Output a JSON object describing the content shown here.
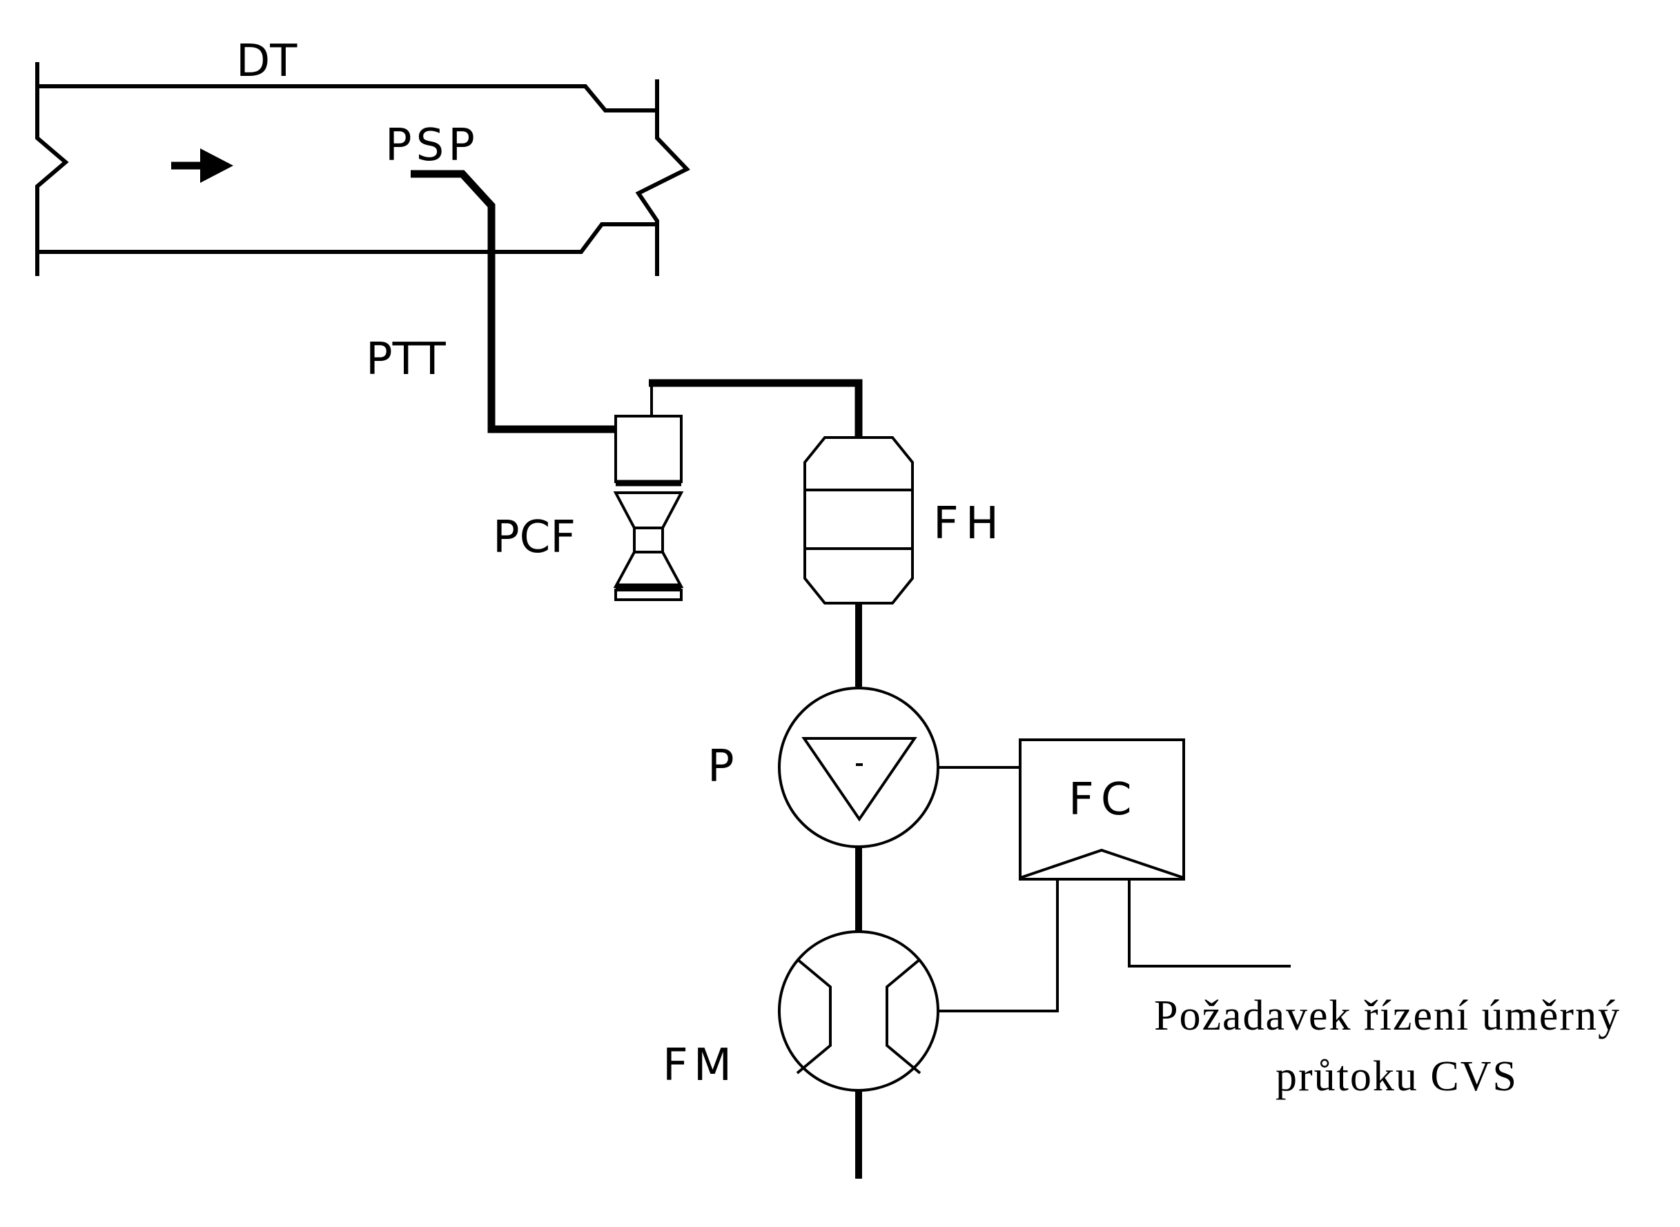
{
  "labels": {
    "dt": "DT",
    "psp": "PSP",
    "ptt": "PTT",
    "pcf": "PCF",
    "fh": "FH",
    "p": "P",
    "fc": "FC",
    "fm": "FM"
  },
  "annotation": {
    "line1": "Požadavek řízení úměrný",
    "line2": "průtoku CVS"
  }
}
